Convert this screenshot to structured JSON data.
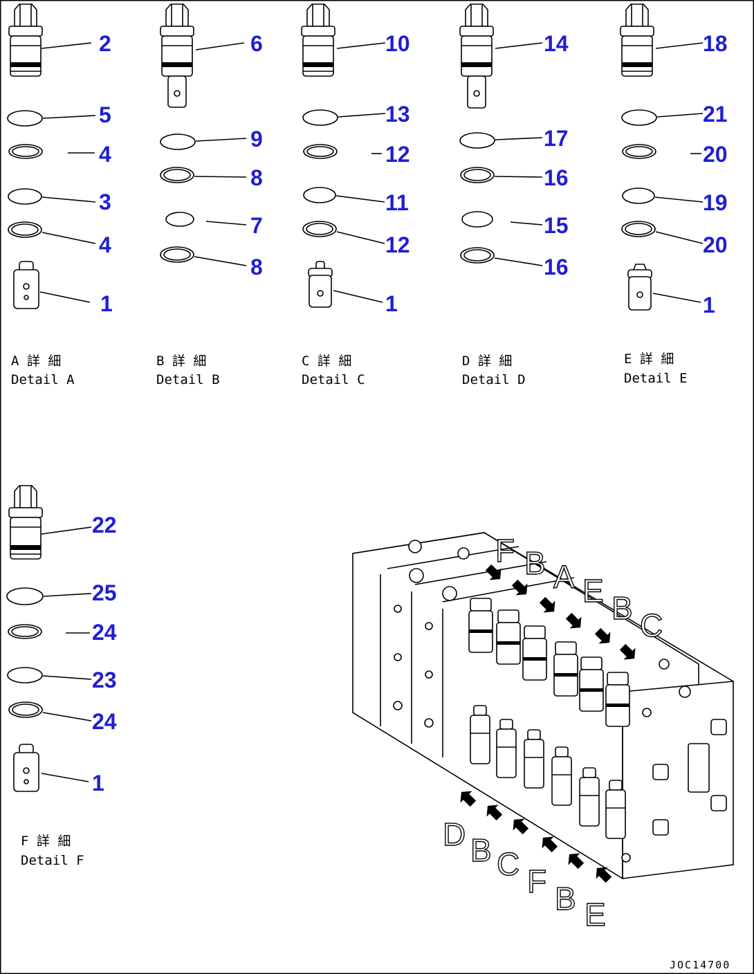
{
  "details": [
    {
      "id": "A",
      "caption_jp": "A 詳 細",
      "caption_en": "Detail A",
      "callouts": [
        "2",
        "5",
        "4",
        "3",
        "4",
        "1"
      ]
    },
    {
      "id": "B",
      "caption_jp": "B 詳 細",
      "caption_en": "Detail B",
      "callouts": [
        "6",
        "9",
        "8",
        "7",
        "8"
      ]
    },
    {
      "id": "C",
      "caption_jp": "C 詳 細",
      "caption_en": "Detail C",
      "callouts": [
        "10",
        "13",
        "12",
        "11",
        "12",
        "1"
      ]
    },
    {
      "id": "D",
      "caption_jp": "D 詳 細",
      "caption_en": "Detail D",
      "callouts": [
        "14",
        "17",
        "16",
        "15",
        "16"
      ]
    },
    {
      "id": "E",
      "caption_jp": "E 詳 細",
      "caption_en": "Detail E",
      "callouts": [
        "18",
        "21",
        "20",
        "19",
        "20",
        "1"
      ]
    },
    {
      "id": "F",
      "caption_jp": "F 詳 細",
      "caption_en": "Detail F",
      "callouts": [
        "22",
        "25",
        "24",
        "23",
        "24",
        "1"
      ]
    }
  ],
  "assembly": {
    "top_arrow_labels": [
      "F",
      "B",
      "A",
      "E",
      "B",
      "C"
    ],
    "bottom_arrow_labels": [
      "D",
      "B",
      "C",
      "F",
      "B",
      "E"
    ]
  },
  "drawing_number": "JOC14700",
  "colors": {
    "callout": "#1f1fd1",
    "line": "#000000",
    "background": "#ffffff"
  }
}
